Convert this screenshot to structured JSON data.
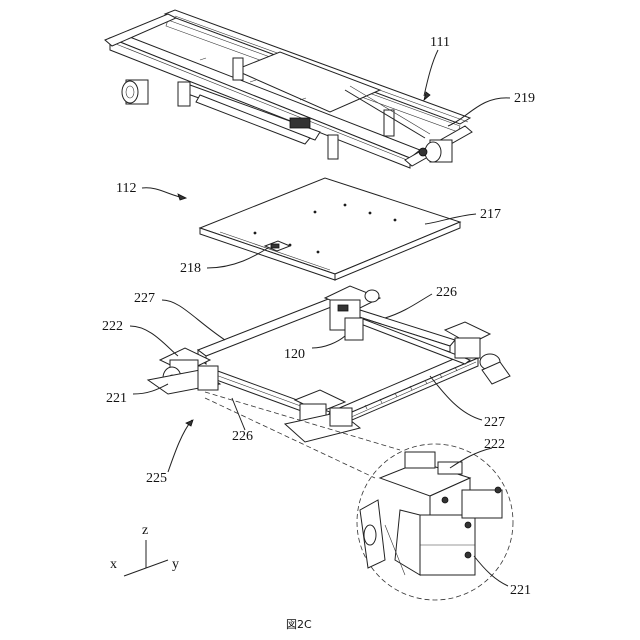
{
  "labels": {
    "l111": "111",
    "l219": "219",
    "l112": "112",
    "l217": "217",
    "l218": "218",
    "l227a": "227",
    "l226a": "226",
    "l222a": "222",
    "l120": "120",
    "l221a": "221",
    "l227b": "227",
    "l226b": "226",
    "l225": "225",
    "l222b": "222",
    "l221b": "221"
  },
  "axes": {
    "z": "z",
    "x": "x",
    "y": "y"
  },
  "caption": "図2C"
}
